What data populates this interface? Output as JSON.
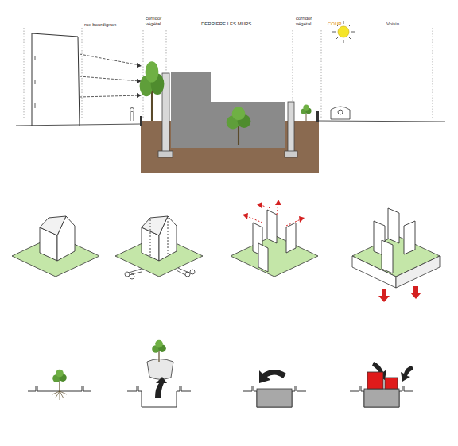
{
  "diagram": {
    "labels": [
      "rue bourdignon",
      "corridor végétal",
      "DERRIERE LES MURS",
      "corridor végétal",
      "COUR",
      "Voisin"
    ]
  }
}
